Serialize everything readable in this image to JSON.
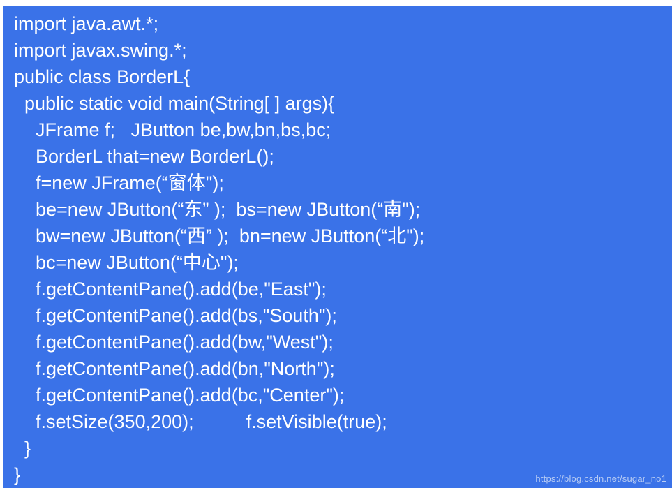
{
  "slide": {
    "background_color": "#3a72e8",
    "text_color": "#ffffff",
    "language": "java",
    "class_name": "BorderL",
    "code_lines": [
      {
        "indent": 0,
        "text": "import java.awt.*;"
      },
      {
        "indent": 0,
        "text": "import javax.swing.*;"
      },
      {
        "indent": 0,
        "text": "public class BorderL{"
      },
      {
        "indent": 1,
        "text": "public static void main(String[ ] args){"
      },
      {
        "indent": 2,
        "text": "JFrame f;   JButton be,bw,bn,bs,bc;"
      },
      {
        "indent": 2,
        "text": "BorderL that=new BorderL();"
      },
      {
        "indent": 2,
        "text": "f=new JFrame(“窗体\");"
      },
      {
        "indent": 2,
        "text": "be=new JButton(“东” );  bs=new JButton(“南\");"
      },
      {
        "indent": 2,
        "text": "bw=new JButton(“西” );  bn=new JButton(“北\");"
      },
      {
        "indent": 2,
        "text": "bc=new JButton(“中心\");"
      },
      {
        "indent": 2,
        "text": "f.getContentPane().add(be,\"East\");"
      },
      {
        "indent": 2,
        "text": "f.getContentPane().add(bs,\"South\");"
      },
      {
        "indent": 2,
        "text": "f.getContentPane().add(bw,\"West\");"
      },
      {
        "indent": 2,
        "text": "f.getContentPane().add(bn,\"North\");"
      },
      {
        "indent": 2,
        "text": "f.getContentPane().add(bc,\"Center\");"
      },
      {
        "indent": 2,
        "text": "f.setSize(350,200);          f.setVisible(true);"
      },
      {
        "indent": 1,
        "text": "}"
      },
      {
        "indent": 0,
        "text": "}"
      }
    ]
  },
  "watermark": {
    "text": "https://blog.csdn.net/sugar_no1",
    "color": "#b9cdf4"
  }
}
